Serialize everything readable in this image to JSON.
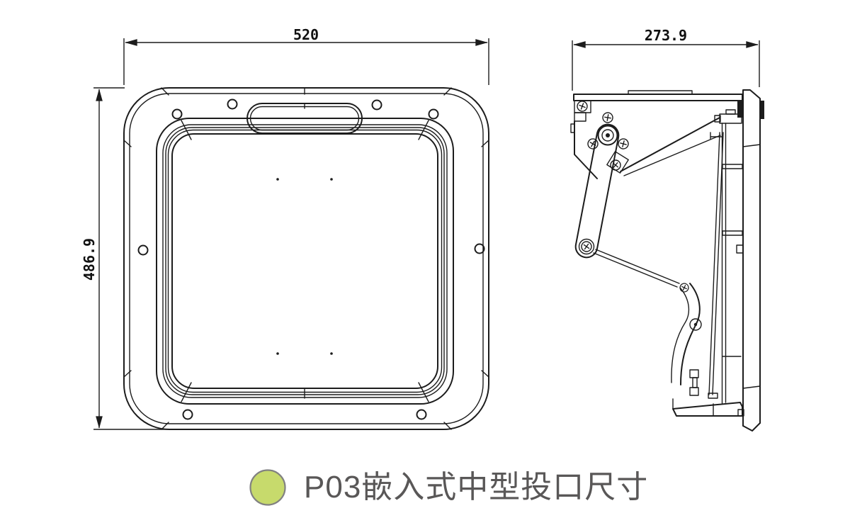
{
  "drawing": {
    "type": "technical-drawing",
    "views": [
      {
        "id": "front",
        "description_role": "front view of flush-mounted chute door"
      },
      {
        "id": "side",
        "description_role": "side section view with hinge arm mechanism"
      }
    ],
    "dimensions": {
      "front_width": "520",
      "front_height": "486.9",
      "side_depth": "273.9"
    }
  },
  "caption": {
    "text": "P03嵌入式中型投口尺寸",
    "bullet_color": "#c7da6c",
    "bullet_border": "#818181",
    "text_color": "#595757"
  },
  "colors": {
    "line": "#1c1c1c",
    "background": "#ffffff"
  }
}
